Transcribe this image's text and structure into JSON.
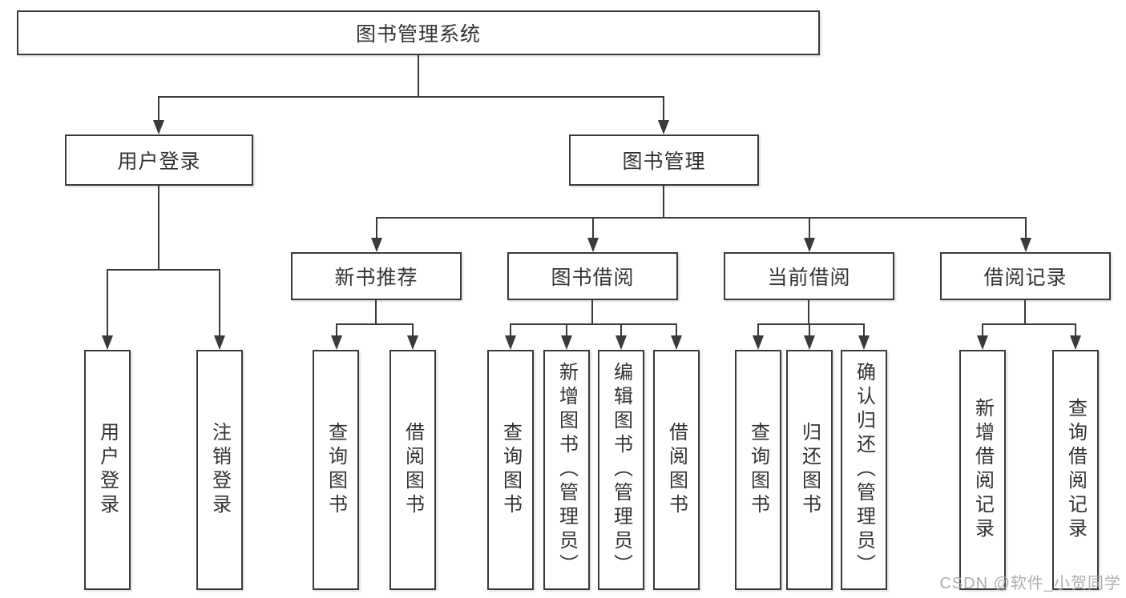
{
  "page": {
    "watermark": "CSDN @软件_小贺同学"
  },
  "colors": {
    "border": "#3a3a3a",
    "line": "#3a3a3a",
    "text": "#333333",
    "watermark": "#a5a5a5",
    "background": "#ffffff"
  },
  "tree": {
    "root": {
      "label": "图书管理系统"
    },
    "branches": [
      {
        "label": "用户登录",
        "children": [
          {
            "label": "用户登录"
          },
          {
            "label": "注销登录"
          }
        ]
      },
      {
        "label": "图书管理",
        "children": [
          {
            "label": "新书推荐",
            "children": [
              {
                "label": "查询图书"
              },
              {
                "label": "借阅图书"
              }
            ]
          },
          {
            "label": "图书借阅",
            "children": [
              {
                "label": "查询图书"
              },
              {
                "label": "新增图书（管理员）"
              },
              {
                "label": "编辑图书（管理员）"
              },
              {
                "label": "借阅图书"
              }
            ]
          },
          {
            "label": "当前借阅",
            "children": [
              {
                "label": "查询图书"
              },
              {
                "label": "归还图书"
              },
              {
                "label": "确认归还（管理员）"
              }
            ]
          },
          {
            "label": "借阅记录",
            "children": [
              {
                "label": "新增借阅记录"
              },
              {
                "label": "查询借阅记录"
              }
            ]
          }
        ]
      }
    ]
  }
}
